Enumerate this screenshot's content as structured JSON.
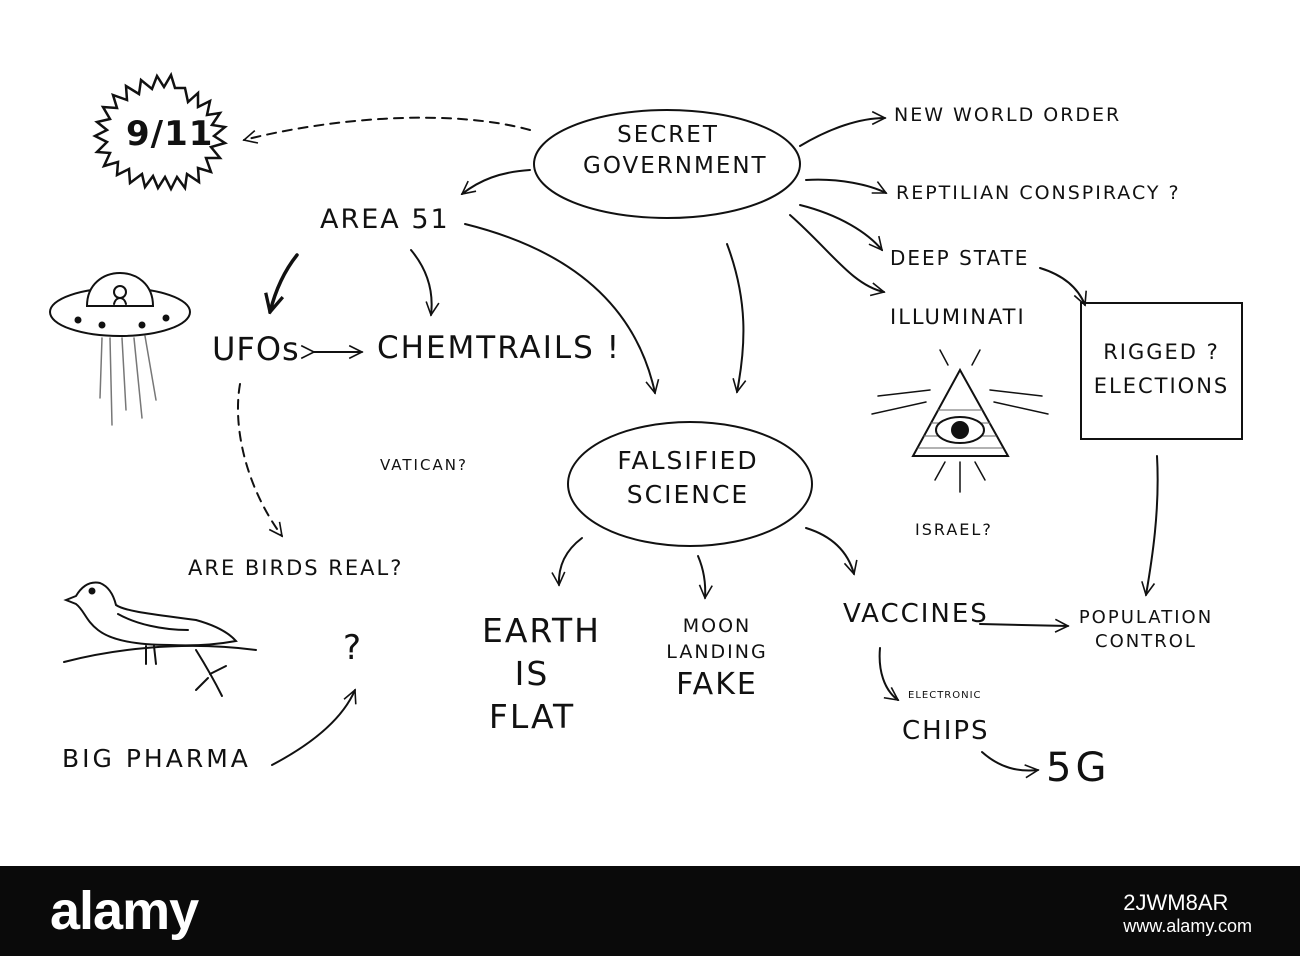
{
  "nodes": {
    "secret_government": [
      "SECRET",
      "GOVERNMENT"
    ],
    "nine_eleven": "9/11",
    "new_world_order": "NEW WORLD ORDER",
    "reptilian": "REPTILIAN CONSPIRACY ?",
    "deep_state": "DEEP STATE",
    "illuminati": "ILLUMINATI",
    "area51": "AREA 51",
    "ufos": "UFOs",
    "chemtrails": "CHEMTRAILS !",
    "vatican": "VATICAN?",
    "falsified_science": [
      "FALSIFIED",
      "SCIENCE"
    ],
    "israel": "ISRAEL?",
    "rigged_elections": [
      "RIGGED ?",
      "ELECTIONS"
    ],
    "are_birds_real": "ARE BIRDS REAL?",
    "question_mark": "?",
    "big_pharma": "BIG PHARMA",
    "earth_is_flat": [
      "EARTH",
      "IS",
      "FLAT"
    ],
    "moon_landing_fake": [
      "MOON",
      "LANDING",
      "FAKE"
    ],
    "vaccines": "VACCINES",
    "population_control": [
      "POPULATION",
      "CONTROL"
    ],
    "electronic": "ELECTRONIC",
    "chips": "CHIPS",
    "five_g": "5G"
  },
  "icons": [
    "ufo-icon",
    "illuminati-pyramid-icon",
    "bird-icon"
  ],
  "watermark": {
    "brand": "alamy",
    "image_id": "2JWM8AR",
    "site": "www.alamy.com"
  }
}
